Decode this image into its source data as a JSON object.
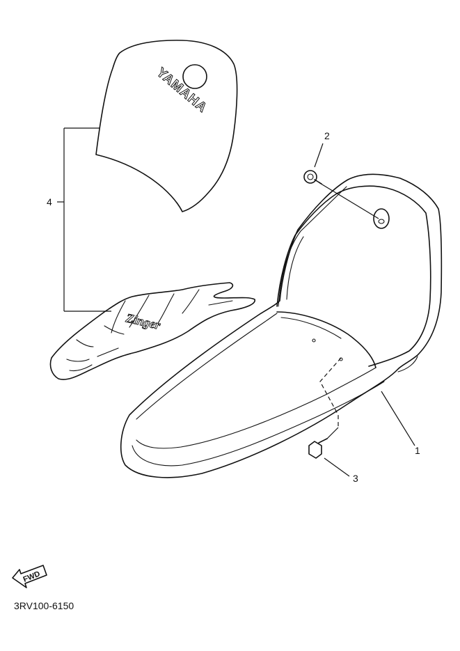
{
  "diagram": {
    "part_code": "3RV100-6150",
    "callouts": {
      "seat": "1",
      "screw_top": "2",
      "bolt_bottom": "3",
      "graphic_set": "4"
    },
    "cover_logo": "YAMAHA",
    "decal_logo": "Zinger",
    "direction_badge": "FWD"
  }
}
